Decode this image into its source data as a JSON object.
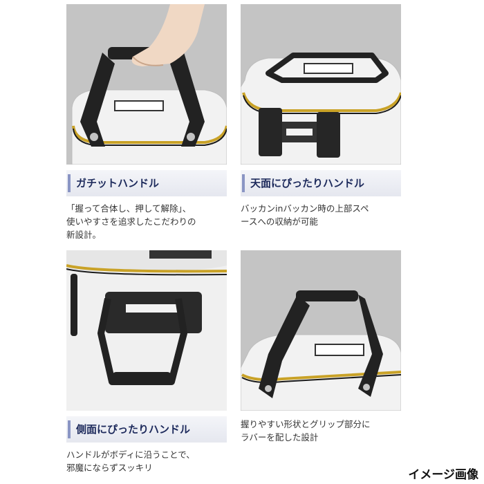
{
  "colors": {
    "heading_text": "#1d2a5c",
    "heading_bar": "#8a95c4",
    "heading_bg": "#eceef5",
    "zipper_gold": "#c9a227",
    "handle_black": "#222222",
    "bag_white": "#f2f2f2"
  },
  "features": [
    {
      "heading": "ガチットハンドル",
      "description": "「握って合体し、押して解除」、\n使いやすさを追求したこだわりの\n新設計。",
      "photo_icon": "hand-lifting-handle-image"
    },
    {
      "heading": "天面にぴったりハンドル",
      "description": "バッカンinバッカン時の上部スペ\nースへの収納が可能",
      "photo_icon": "handle-folded-top-image"
    },
    {
      "heading": "側面にぴったりハンドル",
      "description": "ハンドルがボディに沿うことで、\n邪魔にならずスッキリ",
      "photo_icon": "handle-folded-side-image"
    },
    {
      "heading": "",
      "description": "握りやすい形状とグリップ部分に\nラバーを配した設計",
      "photo_icon": "handle-upright-grip-image"
    }
  ],
  "caption": "イメージ画像"
}
